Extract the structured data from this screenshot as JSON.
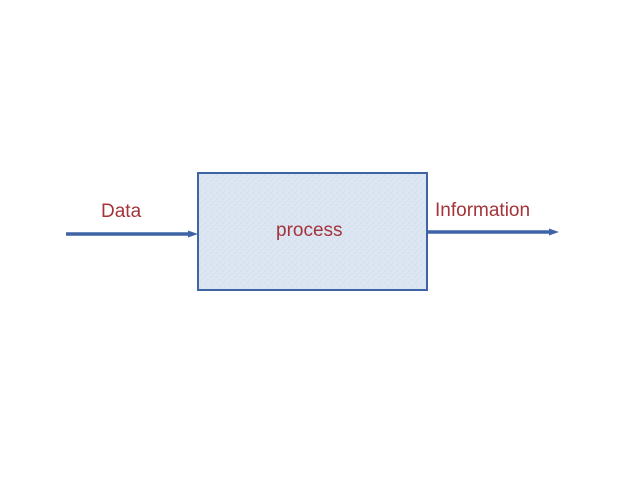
{
  "diagram": {
    "input_label": "Data",
    "process_label": "process",
    "output_label": "Information"
  },
  "colors": {
    "background": "#ffffff",
    "box_fill": "#dce6f2",
    "box_stroke": "#3f64a6",
    "arrow": "#3f64a6",
    "text": "#a4343a"
  }
}
